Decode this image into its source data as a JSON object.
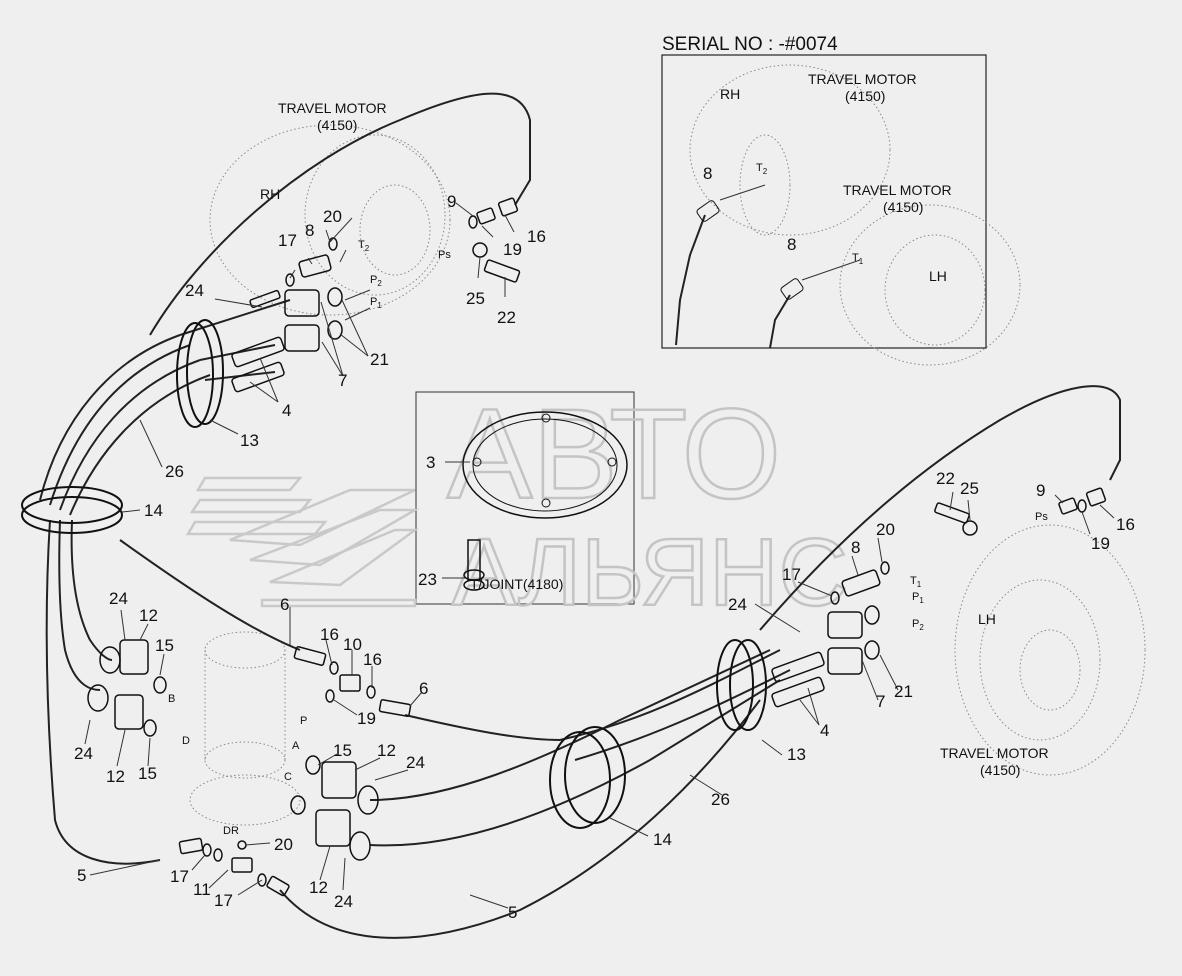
{
  "serial_label": "SERIAL NO : -#0074",
  "watermark": {
    "line1": "АВТО",
    "line2": "АЛЬЯНС"
  },
  "components": {
    "travel_motor_main": "TRAVEL MOTOR",
    "travel_motor_main_code": "(4150)",
    "travel_motor_right": "TRAVEL MOTOR",
    "travel_motor_right_code": "(4150)",
    "inset_motor_1": "TRAVEL MOTOR",
    "inset_motor_1_code": "(4150)",
    "inset_motor_2": "TRAVEL MOTOR",
    "inset_motor_2_code": "(4150)",
    "t_joint": "T/JOINT(4180)"
  },
  "side_labels": {
    "rh": "RH",
    "lh": "LH",
    "inset_rh": "RH",
    "inset_lh": "LH"
  },
  "port_labels": {
    "ps_left": "Ps",
    "t2": "T",
    "t2_sub": "2",
    "p2": "P",
    "p2_sub": "2",
    "p1": "P",
    "p1_sub": "1",
    "ps_right": "Ps",
    "t1_r": "T",
    "t1_r_sub": "1",
    "p1_r": "P",
    "p1_r_sub": "1",
    "p2_r": "P",
    "p2_r_sub": "2",
    "inset_t2": "T",
    "inset_t2_sub": "2",
    "inset_t1": "T",
    "inset_t1_sub": "1",
    "b": "B",
    "d": "D",
    "p": "P",
    "a": "A",
    "c": "C",
    "dr": "DR"
  },
  "callouts": [
    {
      "id": "c9a",
      "text": "9"
    },
    {
      "id": "c16a",
      "text": "16"
    },
    {
      "id": "c19a",
      "text": "19"
    },
    {
      "id": "c20a",
      "text": "20"
    },
    {
      "id": "c17a",
      "text": "17"
    },
    {
      "id": "c8a",
      "text": "8"
    },
    {
      "id": "c24a",
      "text": "24"
    },
    {
      "id": "c25a",
      "text": "25"
    },
    {
      "id": "c22a",
      "text": "22"
    },
    {
      "id": "c21a",
      "text": "21"
    },
    {
      "id": "c7a",
      "text": "7"
    },
    {
      "id": "c4a",
      "text": "4"
    },
    {
      "id": "c13a",
      "text": "13"
    },
    {
      "id": "c26a",
      "text": "26"
    },
    {
      "id": "c14a",
      "text": "14"
    },
    {
      "id": "c3",
      "text": "3"
    },
    {
      "id": "c23",
      "text": "23"
    },
    {
      "id": "c22b",
      "text": "22"
    },
    {
      "id": "c25b",
      "text": "25"
    },
    {
      "id": "c9b",
      "text": "9"
    },
    {
      "id": "c16b",
      "text": "16"
    },
    {
      "id": "c19b",
      "text": "19"
    },
    {
      "id": "c20b",
      "text": "20"
    },
    {
      "id": "c8b",
      "text": "8"
    },
    {
      "id": "c17b",
      "text": "17"
    },
    {
      "id": "c24b",
      "text": "24"
    },
    {
      "id": "c21b",
      "text": "21"
    },
    {
      "id": "c7b",
      "text": "7"
    },
    {
      "id": "c4b",
      "text": "4"
    },
    {
      "id": "c13b",
      "text": "13"
    },
    {
      "id": "c26b",
      "text": "26"
    },
    {
      "id": "c14b",
      "text": "14"
    },
    {
      "id": "c5b",
      "text": "5"
    },
    {
      "id": "c6a",
      "text": "6"
    },
    {
      "id": "c16c",
      "text": "16"
    },
    {
      "id": "c10",
      "text": "10"
    },
    {
      "id": "c16d",
      "text": "16"
    },
    {
      "id": "c6b",
      "text": "6"
    },
    {
      "id": "c19c",
      "text": "19"
    },
    {
      "id": "c24c",
      "text": "24"
    },
    {
      "id": "c12a",
      "text": "12"
    },
    {
      "id": "c15a",
      "text": "15"
    },
    {
      "id": "c24d",
      "text": "24"
    },
    {
      "id": "c12b",
      "text": "12"
    },
    {
      "id": "c15b",
      "text": "15"
    },
    {
      "id": "c15c",
      "text": "15"
    },
    {
      "id": "c12c",
      "text": "12"
    },
    {
      "id": "c24e",
      "text": "24"
    },
    {
      "id": "c12d",
      "text": "12"
    },
    {
      "id": "c24f",
      "text": "24"
    },
    {
      "id": "c20c",
      "text": "20"
    },
    {
      "id": "c17c",
      "text": "17"
    },
    {
      "id": "c11",
      "text": "11"
    },
    {
      "id": "c17d",
      "text": "17"
    },
    {
      "id": "c5a",
      "text": "5"
    },
    {
      "id": "c8c",
      "text": "8"
    },
    {
      "id": "c8d",
      "text": "8"
    }
  ]
}
